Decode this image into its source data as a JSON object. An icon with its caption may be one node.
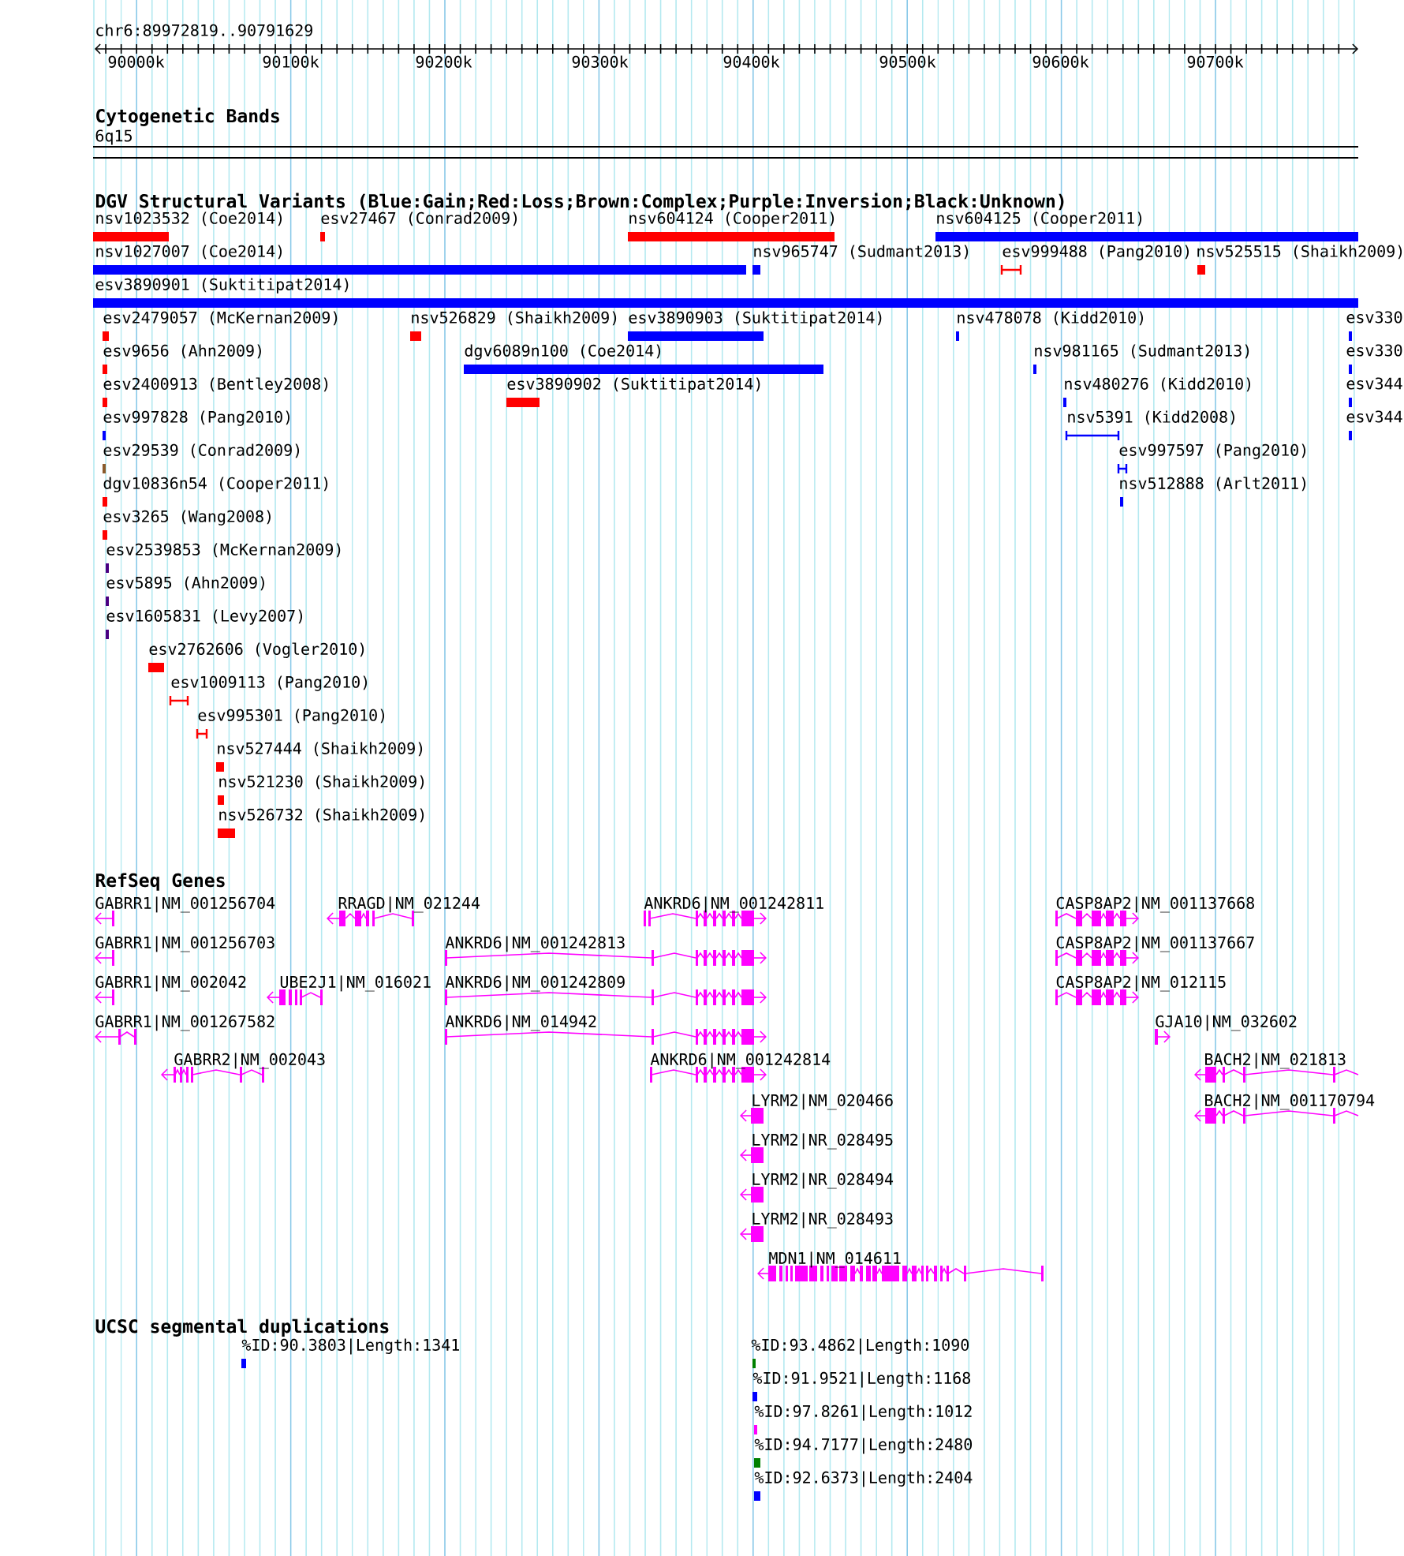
{
  "diagram": {
    "title": "chr6:89972819..90791629",
    "labels": [
      "90000k",
      "90100k",
      "90200k",
      "90300k",
      "90400k",
      "90500k",
      "90600k",
      "90700k",
      "Cytogenetic Bands",
      "6q15",
      "DGV Structural Variants (Blue:Gain;Red:Loss;Brown:Complex;Purple:Inversion;Black:Unknown)",
      "nsv1023532 (Coe2014)",
      "esv27467 (Conrad2009)",
      "nsv604124 (Cooper2011)",
      "nsv604125 (Cooper2011)",
      "nsv1027007 (Coe2014)",
      "nsv965747 (Sudmant2013)",
      "esv999488 (Pang2010)",
      "nsv525515 (Shaikh2009)",
      "esv3890901 (Suktitipat2014)",
      "esv2479057 (McKernan2009)",
      "nsv526829 (Shaikh2009)",
      "esv3890903 (Suktitipat2014)",
      "nsv478078 (Kidd2010)",
      "esv330",
      "esv9656 (Ahn2009)",
      "dgv6089n100 (Coe2014)",
      "nsv981165 (Sudmant2013)",
      "esv330",
      "esv2400913 (Bentley2008)",
      "esv3890902 (Suktitipat2014)",
      "nsv480276 (Kidd2010)",
      "esv344",
      "esv997828 (Pang2010)",
      "nsv5391 (Kidd2008)",
      "esv344",
      "esv29539 (Conrad2009)",
      "esv997597 (Pang2010)",
      "dgv10836n54 (Cooper2011)",
      "nsv512888 (Arlt2011)",
      "esv3265 (Wang2008)",
      "esv2539853 (McKernan2009)",
      "esv5895 (Ahn2009)",
      "esv1605831 (Levy2007)",
      "esv2762606 (Vogler2010)",
      "esv1009113 (Pang2010)",
      "esv995301 (Pang2010)",
      "nsv527444 (Shaikh2009)",
      "nsv521230 (Shaikh2009)",
      "nsv526732 (Shaikh2009)",
      "RefSeq Genes",
      "GABRR1|NM_001256704",
      "RRAGD|NM_021244",
      "ANKRD6|NM_001242811",
      "CASP8AP2|NM_001137668",
      "GABRR1|NM_001256703",
      "ANKRD6|NM_001242813",
      "CASP8AP2|NM_001137667",
      "GABRR1|NM_002042",
      "UBE2J1|NM_016021",
      "ANKRD6|NM_001242809",
      "CASP8AP2|NM_012115",
      "GABRR1|NM_001267582",
      "ANKRD6|NM_014942",
      "GJA10|NM_032602",
      "GABRR2|NM_002043",
      "ANKRD6|NM_001242814",
      "BACH2|NM_021813",
      "LYRM2|NM_020466",
      "BACH2|NM_001170794",
      "LYRM2|NR_028495",
      "LYRM2|NR_028494",
      "LYRM2|NR_028493",
      "MDN1|NM_014611",
      "UCSC segmental duplications",
      "%ID:90.3803|Length:1341",
      "%ID:93.4862|Length:1090",
      "%ID:91.9521|Length:1168",
      "%ID:97.8261|Length:1012",
      "%ID:94.7177|Length:2480",
      "%ID:92.6373|Length:2404"
    ]
  }
}
